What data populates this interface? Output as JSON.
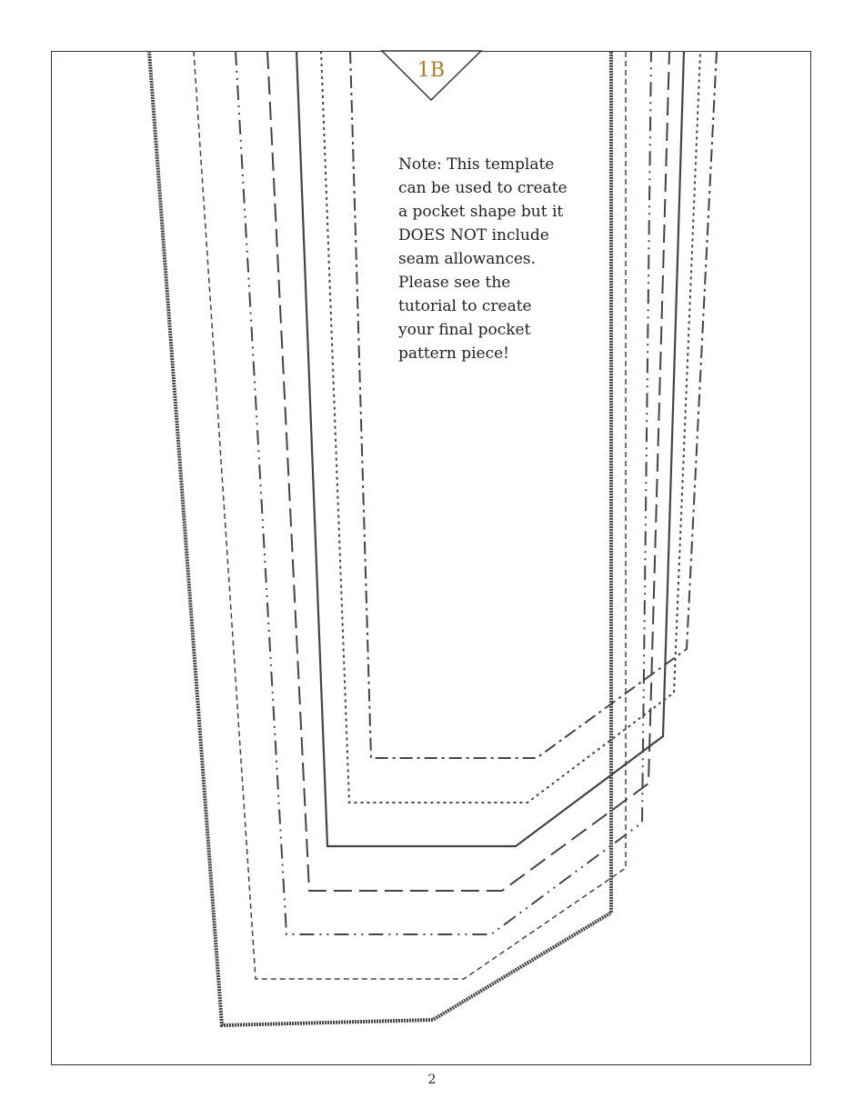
{
  "piece_tag": {
    "label": "1B",
    "color": "#b07a2a"
  },
  "note": {
    "lines": [
      "Note: This template",
      "can be used to create",
      "a pocket shape but it",
      "DOES NOT include",
      "seam allowances.",
      "Please see the",
      "tutorial to create",
      "your final pocket",
      "pattern piece!"
    ]
  },
  "page_number": "2",
  "colors": {
    "line": "#444444",
    "frame": "#333333",
    "text": "#222222"
  }
}
